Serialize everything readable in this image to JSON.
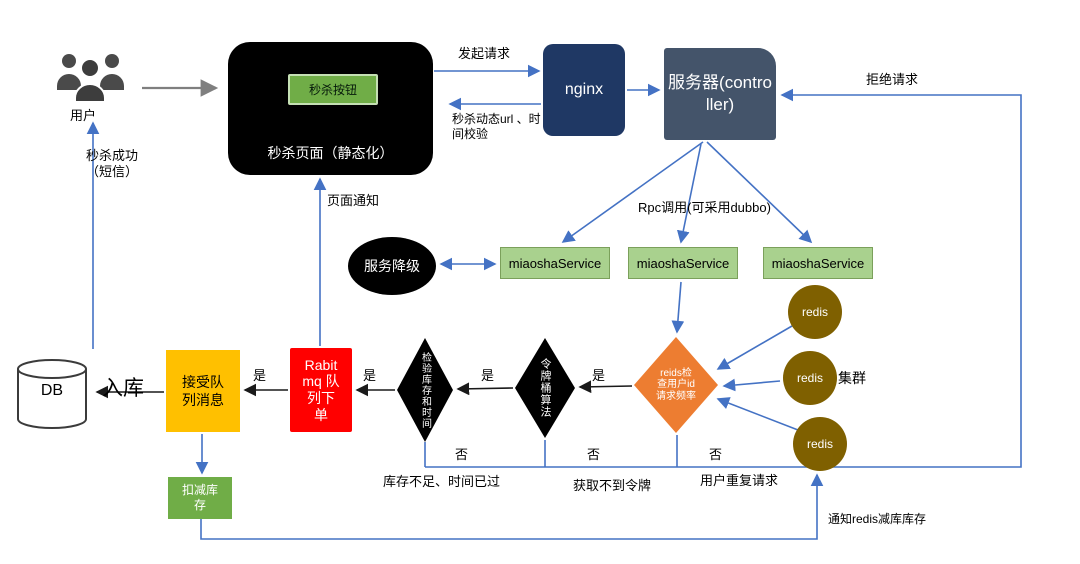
{
  "nodes": {
    "users": "用户",
    "page_button": "秒杀按钮",
    "page_label": "秒杀页面（静态化）",
    "nginx": "nginx",
    "server": "服务器(controller)",
    "degrade": "服务降级",
    "services": [
      "miaoshaService",
      "miaoshaService",
      "miaoshaService"
    ],
    "redis": [
      "redis",
      "redis",
      "redis"
    ],
    "redis_cluster": "集群",
    "check_freq": "reids检查用户id请求频率",
    "token_bucket": "令牌桶算法",
    "check_stock": "检验库存和时间",
    "rabbitmq": "Rabit mq 队列下单",
    "queue_msg": "接受队列消息",
    "db": "DB",
    "inbound": "入库",
    "deduct": "扣减库存"
  },
  "edges": {
    "request": "发起请求",
    "dynamic_url": "秒杀动态url 、时间校验",
    "reject": "拒绝请求",
    "rpc": "Rpc调用(可采用dubbo)",
    "page_notify": "页面通知",
    "sms": "秒杀成功（短信）",
    "yes": "是",
    "no": "否",
    "stock_fail": "库存不足、时间已过",
    "token_fail": "获取不到令牌",
    "repeat_fail": "用户重复请求",
    "notify_redis": "通知redis减库库存"
  },
  "colors": {
    "page": "#000000",
    "nginx": "#1f3864",
    "server": "#44546a",
    "service_box": "#a9d18e",
    "redis": "#7f6000",
    "freq_diamond": "#ed7d31",
    "black_diamond": "#000000",
    "rabbitmq": "#ff0000",
    "queue": "#ffc000",
    "deduct": "#70ad47",
    "connector_blue": "#4472c4"
  }
}
